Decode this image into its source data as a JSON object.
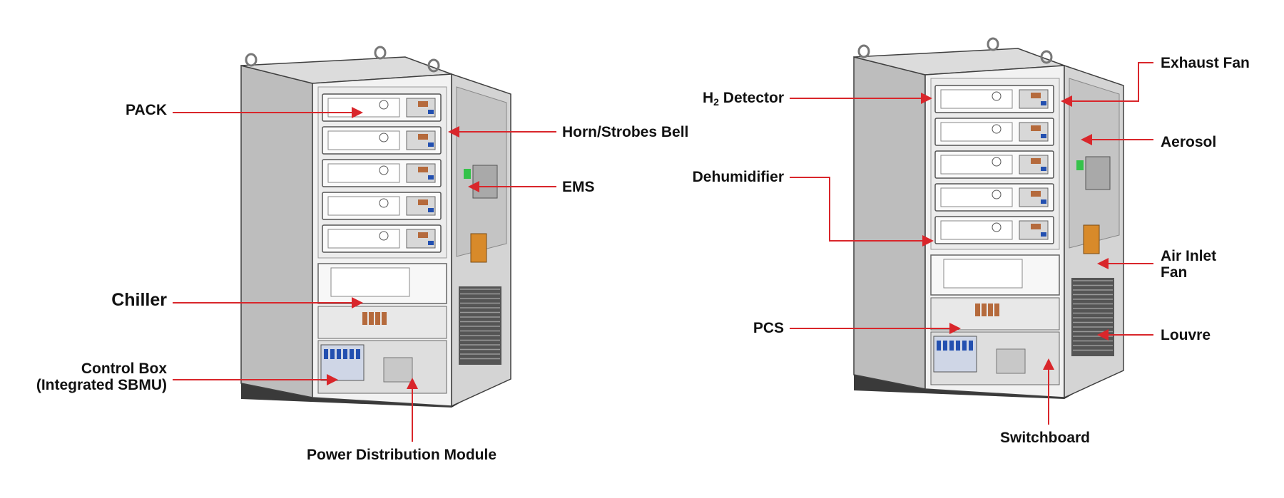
{
  "colors": {
    "leader": "#d9262b",
    "cabinet_light": "#dcdcdc",
    "cabinet_mid": "#bdbdbd",
    "cabinet_dark": "#8c8c8c",
    "outline": "#404040",
    "base": "#3a3a3a",
    "green": "#35c24a",
    "orange": "#d88a2a",
    "copper": "#b56a3c",
    "blue": "#2350b0"
  },
  "left_unit": {
    "labels": {
      "pack": "PACK",
      "horn": "Horn/Strobes Bell",
      "ems": "EMS",
      "chiller": "Chiller",
      "control_box_line1": "Control Box",
      "control_box_line2": "(Integrated SBMU)",
      "power_distribution": "Power Distribution Module"
    }
  },
  "right_unit": {
    "labels": {
      "h2_prefix": "H",
      "h2_sub": "2",
      "h2_suffix": " Detector",
      "dehumidifier": "Dehumidifier",
      "pcs": "PCS",
      "exhaust_fan": "Exhaust Fan",
      "aerosol": "Aerosol",
      "air_inlet_line1": "Air Inlet",
      "air_inlet_line2": "Fan",
      "louvre": "Louvre",
      "switchboard": "Switchboard"
    }
  }
}
